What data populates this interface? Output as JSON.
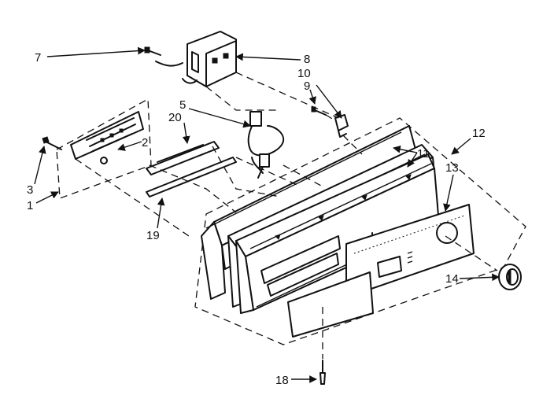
{
  "callouts": [
    {
      "id": "1",
      "text": "1"
    },
    {
      "id": "2",
      "text": "2"
    },
    {
      "id": "3",
      "text": "3"
    },
    {
      "id": "5",
      "text": "5"
    },
    {
      "id": "7",
      "text": "7"
    },
    {
      "id": "8",
      "text": "8"
    },
    {
      "id": "9",
      "text": "9"
    },
    {
      "id": "10",
      "text": "10"
    },
    {
      "id": "11",
      "text": "11"
    },
    {
      "id": "12",
      "text": "12"
    },
    {
      "id": "13",
      "text": "13"
    },
    {
      "id": "14",
      "text": "14"
    },
    {
      "id": "18",
      "text": "18"
    },
    {
      "id": "19",
      "text": "19"
    },
    {
      "id": "20",
      "text": "20"
    }
  ]
}
